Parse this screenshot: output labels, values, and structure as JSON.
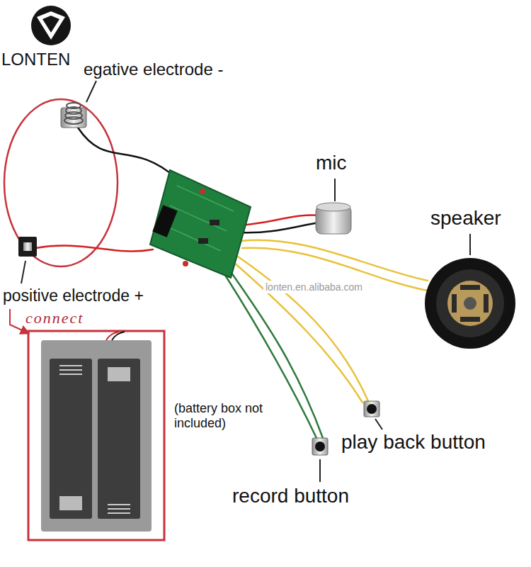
{
  "diagram": {
    "labels": [
      "LONTEN",
      "egative electrode -",
      "mic",
      "speaker",
      "positive electrode +",
      "connect",
      "lonten.en.alibaba.com",
      "(battery box not included)",
      "play back button",
      "record button"
    ]
  }
}
